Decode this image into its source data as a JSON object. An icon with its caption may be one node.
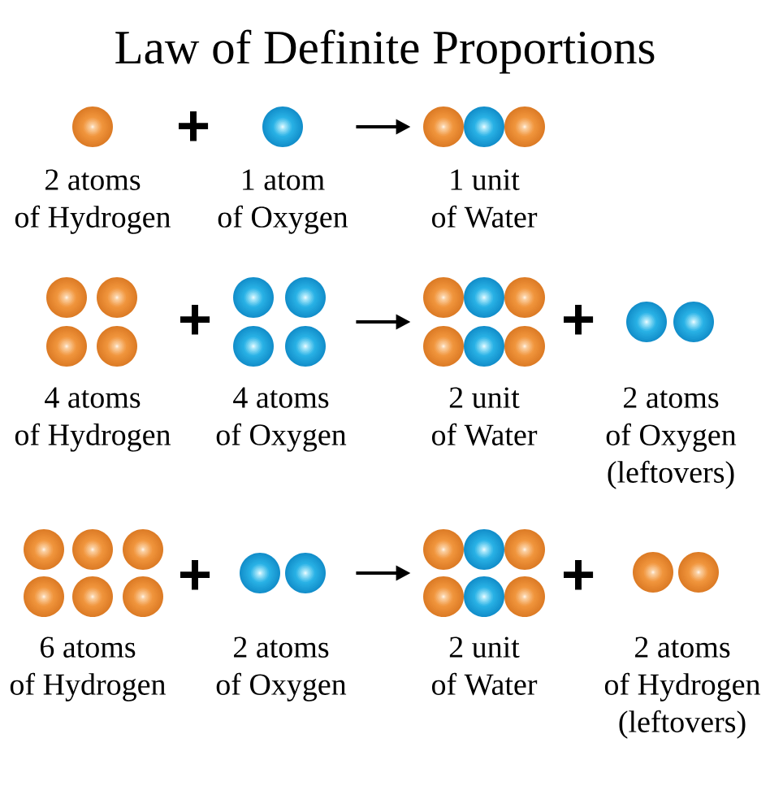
{
  "diagram": {
    "title": "Law of Definite Proportions",
    "nodes": [
      {
        "text": [],
        "shape": "picture",
        "beside": [
          "2 atoms of Hydrogen"
        ]
      },
      {
        "text": [],
        "shape": "picture",
        "beside": [
          "1 atom of Oxygen"
        ]
      },
      {
        "text": [],
        "shape": "picture",
        "beside": [
          "1 unit of Water"
        ]
      },
      {
        "text": [],
        "shape": "picture",
        "beside": [
          "4 atoms of Hydrogen"
        ]
      },
      {
        "text": [],
        "shape": "picture",
        "beside": [
          "4 atoms of Oxygen"
        ]
      },
      {
        "text": [],
        "shape": "picture",
        "beside": [
          "2 unit of Water"
        ]
      },
      {
        "text": [],
        "shape": "picture",
        "beside": [
          "2 atoms of Oxygen (leftovers)"
        ]
      },
      {
        "text": [],
        "shape": "picture",
        "beside": [
          "6 atoms of Hydrogen"
        ]
      },
      {
        "text": [],
        "shape": "picture",
        "beside": [
          "2 atoms of Oxygen"
        ]
      },
      {
        "text": [],
        "shape": "picture",
        "beside": [
          "2 unit of Water"
        ]
      },
      {
        "text": [],
        "shape": "picture",
        "beside": [
          "2 atoms of Hydrogen (leftovers)"
        ]
      }
    ],
    "edges": [
      {
        "from": 1,
        "to": 2,
        "arrow": "to"
      },
      {
        "from": 4,
        "to": 5,
        "arrow": "to"
      },
      {
        "from": 8,
        "to": 9,
        "arrow": "to"
      }
    ],
    "labels": [
      "+",
      "+",
      "+",
      "+",
      "+"
    ]
  }
}
